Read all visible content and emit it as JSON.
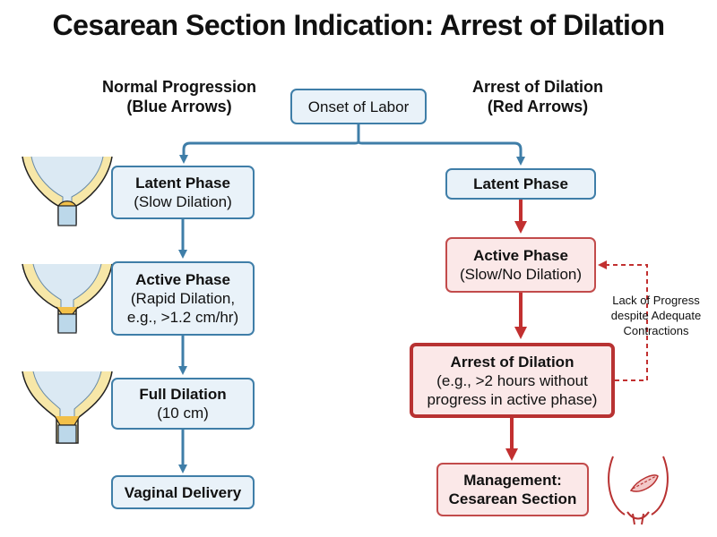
{
  "title": "Cesarean Section Indication: Arrest of Dilation",
  "left_header": {
    "line1": "Normal Progression",
    "line2": "(Blue Arrows)"
  },
  "right_header": {
    "line1": "Arrest of Dilation",
    "line2": "(Red Arrows)"
  },
  "onset": "Onset of Labor",
  "left_boxes": {
    "latent": {
      "title": "Latent Phase",
      "sub": "(Slow Dilation)"
    },
    "active": {
      "title": "Active Phase",
      "sub1": "(Rapid Dilation,",
      "sub2": "e.g., >1.2 cm/hr)"
    },
    "full": {
      "title": "Full Dilation",
      "sub": "(10 cm)"
    },
    "vaginal": {
      "title": "Vaginal Delivery"
    }
  },
  "right_boxes": {
    "latent": {
      "title": "Latent Phase"
    },
    "active": {
      "title": "Active Phase",
      "sub": "(Slow/No Dilation)"
    },
    "arrest": {
      "title": "Arrest of Dilation",
      "sub1": "(e.g., >2 hours without",
      "sub2": "progress in active phase)"
    },
    "management": {
      "title1": "Management:",
      "title2": "Cesarean Section"
    }
  },
  "loop_note": {
    "line1": "Lack of Progress",
    "line2": "despite Adequate",
    "line3": "Contractions"
  },
  "colors": {
    "blue_arrow": "#3f7ea8",
    "red_arrow": "#c23030",
    "blue_fill": "#e9f2f9",
    "red_fill": "#fbe8e8"
  },
  "icons": [
    "cervix-illustration-latent",
    "cervix-illustration-active",
    "cervix-illustration-full",
    "cesarean-incision-icon"
  ]
}
